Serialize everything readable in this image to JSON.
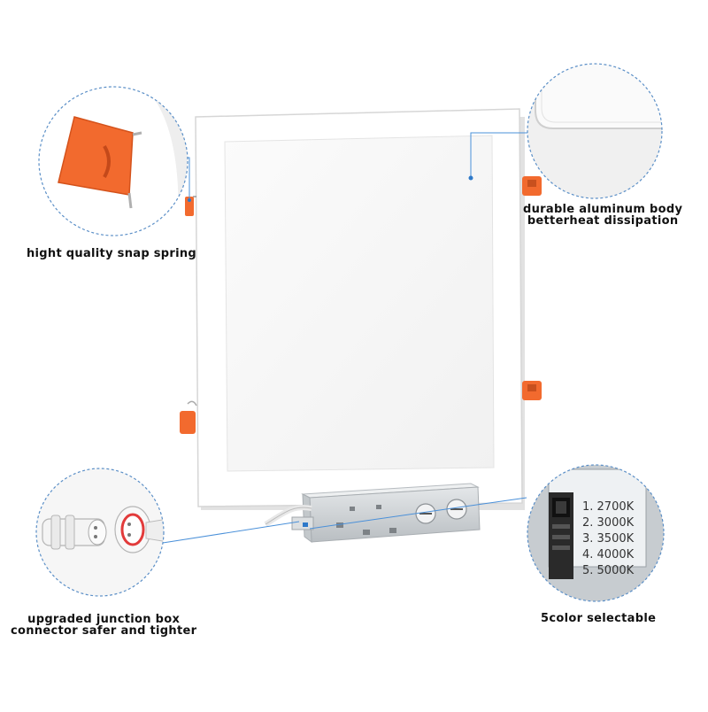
{
  "captions": {
    "snap_spring": "hight quality snap spring",
    "aluminum_line1": "durable aluminum body",
    "aluminum_line2": "betterheat dissipation",
    "junction_line1": "upgraded junction box",
    "junction_line2": "connector safer and tighter",
    "color_select": "5color selectable"
  },
  "cct_options": [
    "1. 2700K",
    "2. 3000K",
    "3. 3500K",
    "4. 4000K",
    "5. 5000K"
  ],
  "colors": {
    "callout_circle": "#5b8fc7",
    "leader_line": "#4a90d9",
    "spring_orange": "#f26a2e",
    "panel_white": "#ffffff",
    "panel_shadow": "#d8d8d8",
    "junction_box": "#cfd3d6"
  }
}
